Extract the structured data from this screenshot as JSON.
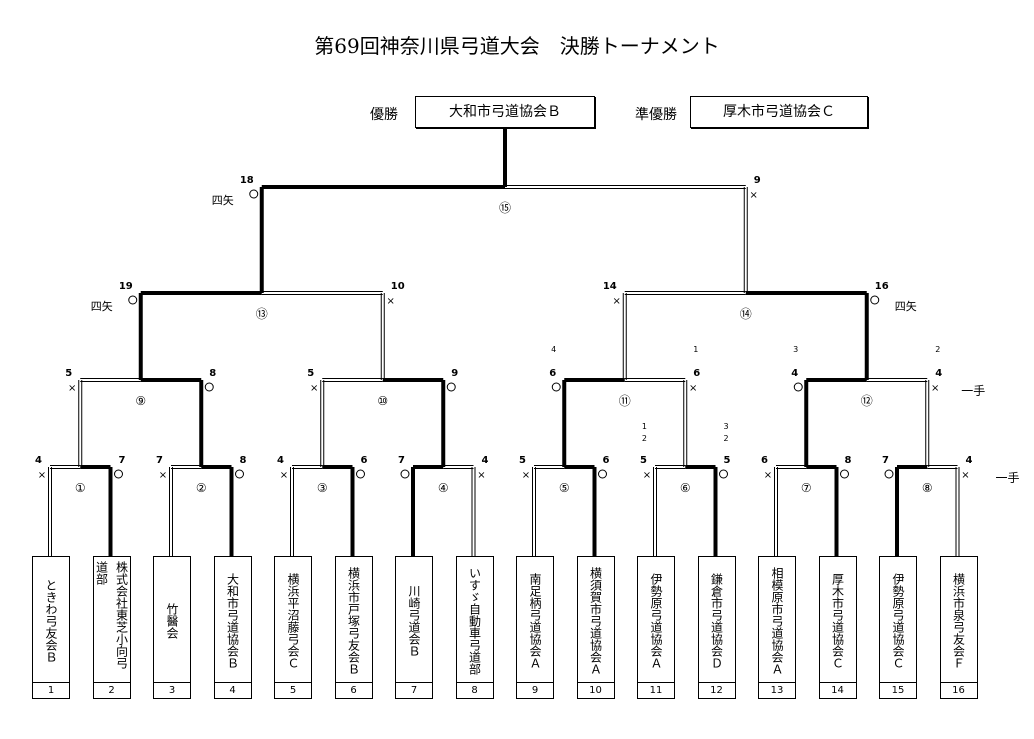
{
  "title": "第69回神奈川県弓道大会　決勝トーナメント",
  "winner": {
    "label": "優勝",
    "team": "大和市弓道協会Ｂ"
  },
  "runner_up": {
    "label": "準優勝",
    "team": "厚木市弓道協会Ｃ"
  },
  "teams": [
    {
      "num": "1",
      "name": "ときわ弓友会Ｂ"
    },
    {
      "num": "2",
      "name": "株式会社東芝小向弓道部"
    },
    {
      "num": "3",
      "name": "竹醫会"
    },
    {
      "num": "4",
      "name": "大和市弓道協会Ｂ"
    },
    {
      "num": "5",
      "name": "横浜平沼藤弓会Ｃ"
    },
    {
      "num": "6",
      "name": "横浜市戸塚弓友会Ｂ"
    },
    {
      "num": "7",
      "name": "川崎弓道会Ｂ"
    },
    {
      "num": "8",
      "name": "いすゞ自動車弓道部"
    },
    {
      "num": "9",
      "name": "南足柄弓道協会Ａ"
    },
    {
      "num": "10",
      "name": "横須賀市弓道協会Ａ"
    },
    {
      "num": "11",
      "name": "伊勢原弓道協会Ａ"
    },
    {
      "num": "12",
      "name": "鎌倉市弓道協会Ｄ"
    },
    {
      "num": "13",
      "name": "相模原市弓道協会Ａ"
    },
    {
      "num": "14",
      "name": "厚木市弓道協会Ｃ"
    },
    {
      "num": "15",
      "name": "伊勢原弓道協会Ｃ"
    },
    {
      "num": "16",
      "name": "横浜市泉弓友会Ｆ"
    }
  ],
  "rounds": {
    "r1": [
      {
        "match": "①",
        "left_score": "4",
        "left_result": "×",
        "right_score": "7",
        "right_result": "○",
        "winner": "right"
      },
      {
        "match": "②",
        "left_score": "7",
        "left_result": "×",
        "right_score": "8",
        "right_result": "○",
        "winner": "right"
      },
      {
        "match": "③",
        "left_score": "4",
        "left_result": "×",
        "right_score": "6",
        "right_result": "○",
        "winner": "right"
      },
      {
        "match": "④",
        "left_score": "7",
        "left_result": "○",
        "right_score": "4",
        "right_result": "×",
        "winner": "left"
      },
      {
        "match": "⑤",
        "left_score": "5",
        "left_result": "×",
        "right_score": "6",
        "right_result": "○",
        "winner": "right"
      },
      {
        "match": "⑥",
        "left_score": "5",
        "left_result": "×",
        "right_score": "5",
        "right_result": "○",
        "winner": "right",
        "left_extra": [
          "1",
          "2"
        ],
        "right_extra": [
          "3",
          "2"
        ]
      },
      {
        "match": "⑦",
        "left_score": "6",
        "left_result": "×",
        "right_score": "8",
        "right_result": "○",
        "winner": "right"
      },
      {
        "match": "⑧",
        "left_score": "7",
        "left_result": "○",
        "right_score": "4",
        "right_result": "×",
        "winner": "left",
        "note": "一手"
      }
    ],
    "r2": [
      {
        "match": "⑨",
        "left_score": "5",
        "left_result": "×",
        "right_score": "8",
        "right_result": "○",
        "winner": "right"
      },
      {
        "match": "⑩",
        "left_score": "5",
        "left_result": "×",
        "right_score": "9",
        "right_result": "○",
        "winner": "right"
      },
      {
        "match": "⑪",
        "left_score": "6",
        "left_result": "○",
        "right_score": "6",
        "right_result": "×",
        "winner": "left",
        "left_extra": [
          "4"
        ],
        "right_extra": [
          "1"
        ]
      },
      {
        "match": "⑫",
        "left_score": "4",
        "left_result": "○",
        "right_score": "4",
        "right_result": "×",
        "winner": "left",
        "left_extra": [
          "3"
        ],
        "right_extra": [
          "2"
        ],
        "note": "一手"
      }
    ],
    "r3": [
      {
        "match": "⑬",
        "left_score": "19",
        "left_result": "○",
        "right_score": "10",
        "right_result": "×",
        "winner": "left",
        "left_note": "四矢"
      },
      {
        "match": "⑭",
        "left_score": "14",
        "left_result": "×",
        "right_score": "16",
        "right_result": "○",
        "winner": "right",
        "right_note": "四矢"
      }
    ],
    "final": {
      "match": "⑮",
      "left_score": "18",
      "left_result": "○",
      "right_score": "9",
      "right_result": "×",
      "winner": "left",
      "left_note": "四矢"
    }
  }
}
